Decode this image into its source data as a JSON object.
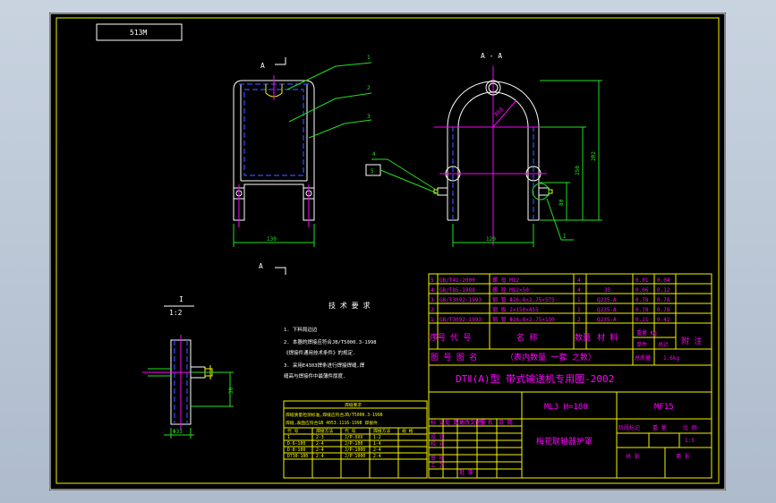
{
  "stamp": "513M",
  "section_a_top": "A",
  "section_a_bottom": "A",
  "section_aa": "A - A",
  "balloons": [
    "1",
    "2",
    "3",
    "4",
    "5"
  ],
  "dims": {
    "front_width": "130",
    "side_width": "120",
    "side_height": "250",
    "side_height_total": "2R2",
    "radius": "R60",
    "offset": "80",
    "detail_height": "30",
    "detail_dia": "Φ33"
  },
  "detail_view": {
    "letter": "I",
    "scale": "1:2",
    "detail_letter": "I"
  },
  "tech_req": {
    "title": "技 术 要 求",
    "items": [
      "1. 下料局边边",
      "2. 本器的焊接应符合JB/T5000.3-1998",
      "   《焊接件通用技术条件》的规定.",
      "3. 采用E4303焊条进行焊接焊缝,焊",
      "   缝高与焊接件中最薄件厚度."
    ]
  },
  "weld_table": {
    "title": "焊缝要求",
    "note_lines": [
      "焊缝质量检测标准,焊缝应符合JB/T5000.3-1998",
      "焊缝,表面应符合GB 4053.1116-1998 焊接件"
    ],
    "header": [
      "代 号",
      "焊接方法",
      "代 号",
      "焊接方法",
      "规 格"
    ],
    "rows": [
      [
        "1",
        "2-3",
        "J/P-XXX",
        "1-2",
        ""
      ],
      [
        "D-6-100",
        "2-4",
        "J/P-100",
        "1-4",
        ""
      ],
      [
        "D-8-100",
        "2-4",
        "J/P-1000",
        "2-4",
        ""
      ],
      [
        "D730-100",
        "2-4",
        "J/P-1000",
        "2-4",
        ""
      ]
    ]
  },
  "parts": {
    "rows": [
      [
        "5",
        "GB/T41-2000",
        "螺 母 M12",
        "4",
        "",
        "0.01",
        "0.04",
        ""
      ],
      [
        "4",
        "GB/T85-1988",
        "螺 栓 M12×50",
        "4",
        "35",
        "0.06",
        "0.12",
        ""
      ],
      [
        "3",
        "GB/T3092-1993",
        "钢 管 Φ26.8×2.75×575",
        "1",
        "Q235-A",
        "0.78",
        "0.78",
        ""
      ],
      [
        "2",
        "",
        "钢 板 2×150×455",
        "1",
        "Q235-A",
        "0.78",
        "0.78",
        ""
      ],
      [
        "1",
        "GB/T3092-1993",
        "钢 管 Φ26.8×2.75×130",
        "2",
        "Q235-A",
        "0.21",
        "0.42",
        ""
      ]
    ],
    "header": [
      "序号",
      "代 号",
      "名 称",
      "数量",
      "材 料",
      "单件",
      "总计",
      "附 注"
    ],
    "weight_unit": "重量 Kg",
    "footer": [
      "图 号 图 名",
      "（表内数量 一套 之数）",
      "总质量",
      "1.6kg"
    ]
  },
  "title_block": {
    "main_title": "DTⅡ(A)型  带式输送机专用图-2002",
    "spec_code": "ML3  H=180",
    "drawing_no": "MF15",
    "part_name": "梅花联轴器护罩",
    "row_labels": [
      "标 记",
      "处 数",
      "更改文件号",
      "签 名",
      "日 期"
    ],
    "roles": [
      "设 计",
      "校 对",
      "审 核",
      "工 艺",
      "批 准"
    ],
    "stage_labels": [
      "阶段标记",
      "重 量",
      "比 例"
    ],
    "scale_value": "1:5",
    "sheet_labels": [
      "共  张",
      "第  张"
    ]
  }
}
